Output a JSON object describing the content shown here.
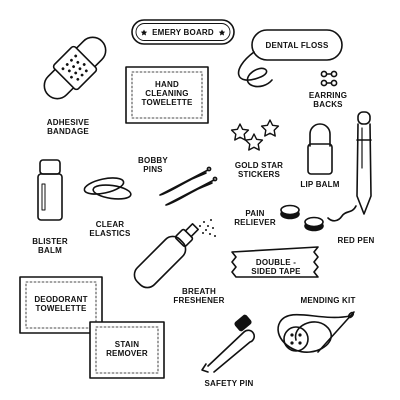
{
  "colors": {
    "ink": "#111111",
    "paper": "#ffffff"
  },
  "labels": {
    "adhesive_bandage": [
      "ADHESIVE",
      "BANDAGE"
    ],
    "emery_board": "EMERY BOARD",
    "dental_floss": "DENTAL FLOSS",
    "hand_towelette": [
      "HAND",
      "CLEANING",
      "TOWELETTE"
    ],
    "earring_backs": [
      "EARRING",
      "BACKS"
    ],
    "bobby_pins": [
      "BOBBY",
      "PINS"
    ],
    "gold_star_stickers": [
      "GOLD STAR",
      "STICKERS"
    ],
    "lip_balm": "LIP BALM",
    "blister_balm": [
      "BLISTER",
      "BALM"
    ],
    "clear_elastics": [
      "CLEAR",
      "ELASTICS"
    ],
    "pain_reliever": [
      "PAIN",
      "RELIEVER"
    ],
    "red_pen": "RED PEN",
    "double_sided_tape": [
      "DOUBLE -",
      "SIDED TAPE"
    ],
    "breath_freshener": [
      "BREATH",
      "FRESHENER"
    ],
    "deodorant_towelette": [
      "DEODORANT",
      "TOWELETTE"
    ],
    "mending_kit": "MENDING KIT",
    "stain_remover": [
      "STAIN",
      "REMOVER"
    ],
    "safety_pin": "SAFETY PIN"
  }
}
